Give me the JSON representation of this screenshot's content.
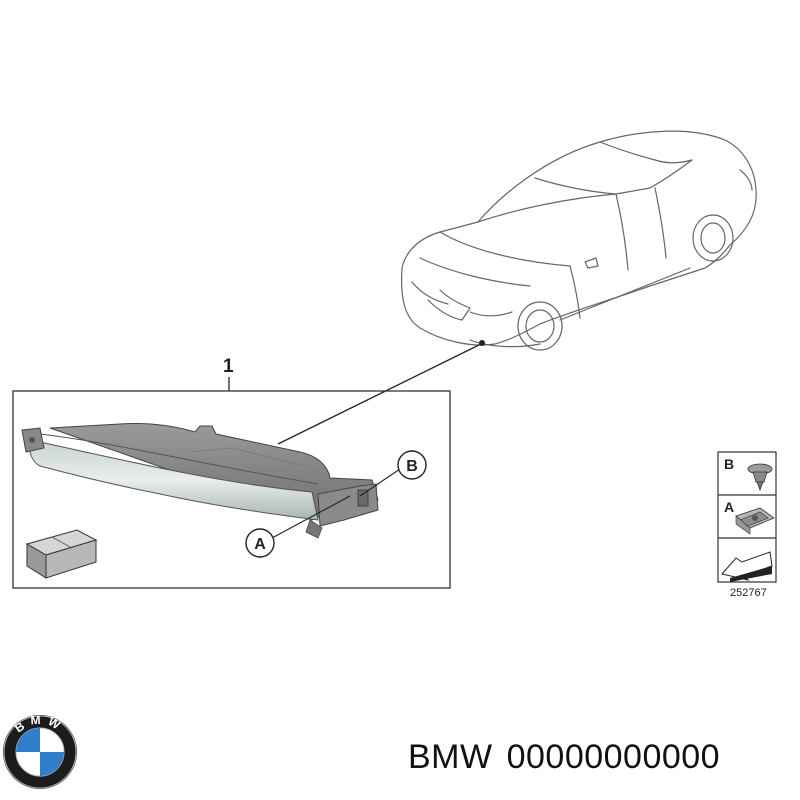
{
  "diagram": {
    "part_callout": "1",
    "callout_b": "B",
    "callout_a": "A",
    "legend": {
      "item_b": "B",
      "item_a": "A",
      "reference_number": "252767"
    },
    "logo_text": "BMW"
  },
  "footer": {
    "brand": "BMW",
    "part_number": "00000000000"
  },
  "colors": {
    "line": "#333333",
    "logo_blue": "#2f7ec9",
    "logo_ring": "#1a1a1a"
  }
}
